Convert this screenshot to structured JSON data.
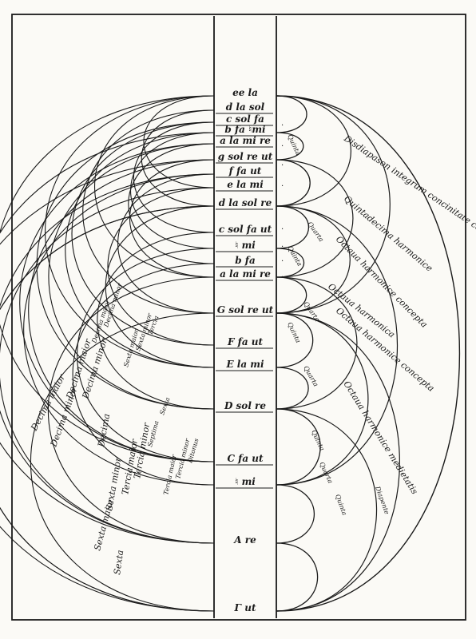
{
  "gamut": [
    {
      "label": "ee la"
    },
    {
      "label": "d la sol"
    },
    {
      "label": "c sol fa"
    },
    {
      "label": "b fa ♮mi"
    },
    {
      "label": "a la mi re"
    },
    {
      "label": "g sol re ut"
    },
    {
      "label": "f fa ut"
    },
    {
      "label": "e la mi"
    },
    {
      "label": "d la sol re"
    },
    {
      "label": "c sol fa ut"
    },
    {
      "label": "♮ mi"
    },
    {
      "label": "b fa"
    },
    {
      "label": "a la mi re"
    },
    {
      "label": "G sol re ut"
    },
    {
      "label": "F fa ut"
    },
    {
      "label": "E la mi"
    },
    {
      "label": "D sol re"
    },
    {
      "label": "C fa ut"
    },
    {
      "label": "♮ mi"
    },
    {
      "label": "A re"
    },
    {
      "label": "Γ ut"
    }
  ],
  "right_labels": [
    {
      "text": "Disdiapason integrum concinitate complet et perfectionem"
    },
    {
      "text": "Quintadecima harmonice"
    },
    {
      "text": "Octaua harmonice concepta"
    },
    {
      "text": "Octaua harmonica"
    },
    {
      "text": "Octaua harmonice concepta"
    },
    {
      "text": "Octaua harmonice medietatis"
    },
    {
      "text": "Quinta"
    },
    {
      "text": "Quarta"
    },
    {
      "text": "Quinta"
    },
    {
      "text": "Quarta"
    },
    {
      "text": "Quinta"
    },
    {
      "text": "Quarta"
    },
    {
      "text": "Quinta"
    },
    {
      "text": "Quarta"
    },
    {
      "text": "Quinta"
    },
    {
      "text": "Diapente"
    }
  ],
  "left_labels": [
    {
      "text": "Decima maior"
    },
    {
      "text": "Decima minor"
    },
    {
      "text": "Decima maior"
    },
    {
      "text": "Decima minor"
    },
    {
      "text": "Decima"
    },
    {
      "text": "Sexta maior"
    },
    {
      "text": "Sexta minor"
    },
    {
      "text": "Sexta"
    },
    {
      "text": "Tercia maior"
    },
    {
      "text": "Tercia minor"
    },
    {
      "text": "Decima maior"
    },
    {
      "text": "Decima minor"
    },
    {
      "text": "Sexta maior"
    },
    {
      "text": "Sexta minor"
    },
    {
      "text": "Tercia"
    },
    {
      "text": "Septima"
    },
    {
      "text": "Sexta"
    },
    {
      "text": "Tercia maior"
    },
    {
      "text": "Tercia minor"
    },
    {
      "text": "Ditonus"
    }
  ],
  "colors": {
    "ink": "#1a1a1a",
    "paper": "#fbfaf6"
  }
}
